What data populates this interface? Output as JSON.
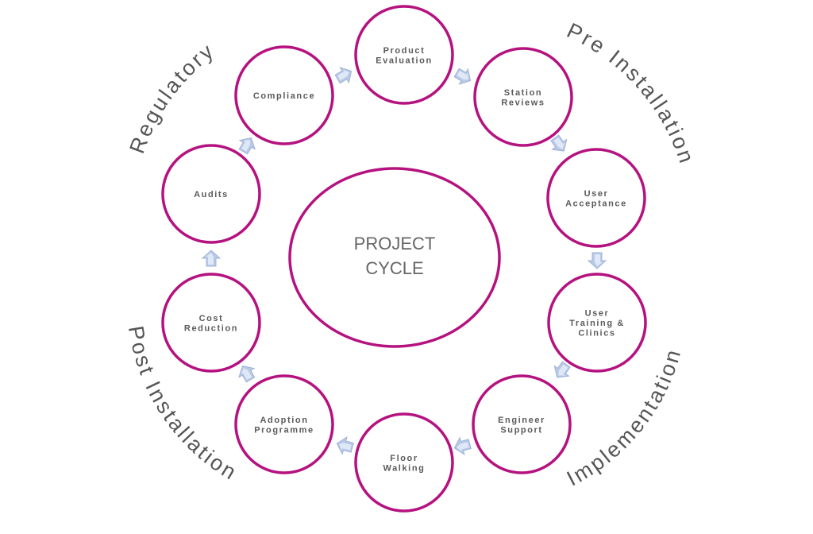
{
  "center": {
    "lines": [
      "PROJECT",
      "CYCLE"
    ]
  },
  "phases": {
    "pre_installation": "Pre Installation",
    "regulatory": "Regulatory",
    "implementation": "Implementation",
    "post_installation": "Post Installation"
  },
  "nodes": [
    {
      "id": "product-evaluation",
      "lines": [
        "Product",
        "Evaluation"
      ]
    },
    {
      "id": "station-reviews",
      "lines": [
        "Station",
        "Reviews"
      ]
    },
    {
      "id": "user-acceptance",
      "lines": [
        "User",
        "Acceptance"
      ]
    },
    {
      "id": "user-training-clinics",
      "lines": [
        "User",
        "Training &",
        "Clinics"
      ]
    },
    {
      "id": "engineer-support",
      "lines": [
        "Engineer",
        "Support"
      ]
    },
    {
      "id": "floor-walking",
      "lines": [
        "Floor",
        "Walking"
      ]
    },
    {
      "id": "adoption-programme",
      "lines": [
        "Adoption",
        "Programme"
      ]
    },
    {
      "id": "cost-reduction",
      "lines": [
        "Cost",
        "Reduction"
      ]
    },
    {
      "id": "audits",
      "lines": [
        "Audits"
      ]
    },
    {
      "id": "compliance",
      "lines": [
        "Compliance"
      ]
    }
  ],
  "colors": {
    "ring": "#b5127f",
    "text": "#5a5a5a",
    "arrow": "#b9c9e6"
  }
}
